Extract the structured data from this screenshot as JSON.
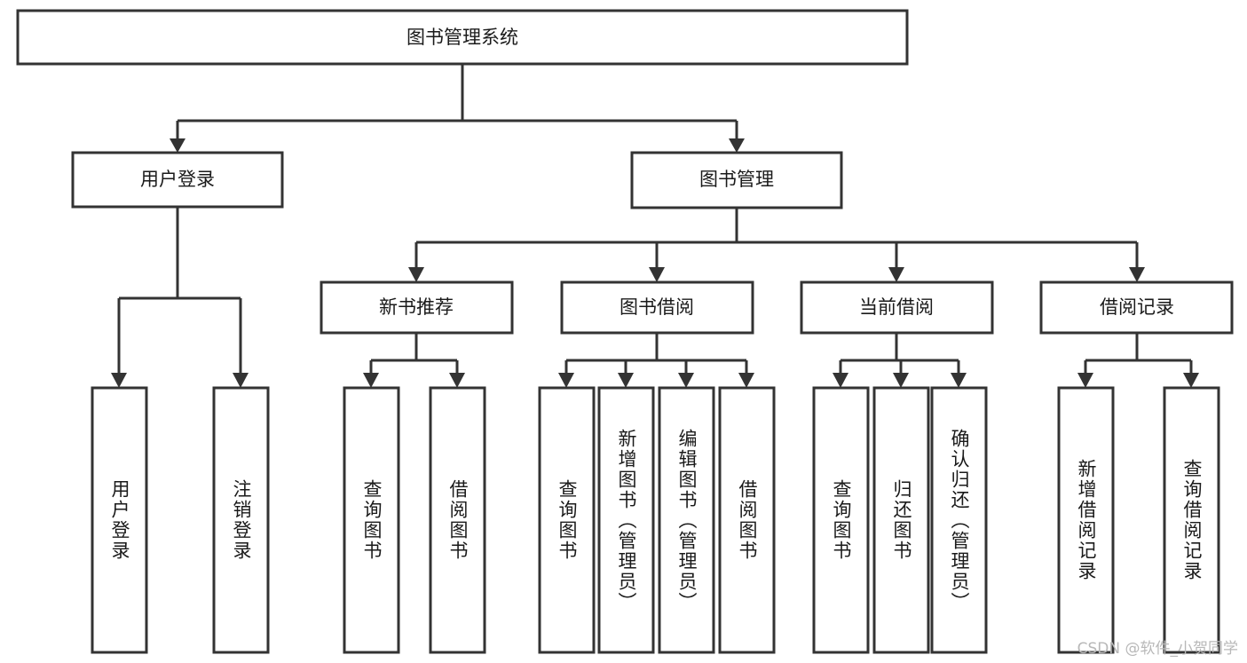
{
  "diagram": {
    "type": "tree",
    "title": "图书管理系统",
    "watermark": "CSDN @软件_小贺同学",
    "colors": {
      "background": "#ffffff",
      "stroke": "#333333",
      "box_fill": "#ffffff",
      "text": "#1a1a1a",
      "watermark": "#b8b8b8"
    },
    "root": {
      "label": "图书管理系统",
      "level": 0
    },
    "level1": [
      {
        "label": "用户登录"
      },
      {
        "label": "图书管理"
      }
    ],
    "level2": [
      {
        "label": "新书推荐"
      },
      {
        "label": "图书借阅"
      },
      {
        "label": "当前借阅"
      },
      {
        "label": "借阅记录"
      }
    ],
    "leaves": {
      "user_login": [
        {
          "label": "用户登录"
        },
        {
          "label": "注销登录"
        }
      ],
      "new_book_recommend": [
        {
          "label": "查询图书"
        },
        {
          "label": "借阅图书"
        }
      ],
      "book_borrow": [
        {
          "label": "查询图书"
        },
        {
          "label": "新增图书（管理员）"
        },
        {
          "label": "编辑图书（管理员）"
        },
        {
          "label": "借阅图书"
        }
      ],
      "current_borrow": [
        {
          "label": "查询图书"
        },
        {
          "label": "归还图书"
        },
        {
          "label": "确认归还（管理员）"
        }
      ],
      "borrow_record": [
        {
          "label": "新增借阅记录"
        },
        {
          "label": "查询借阅记录"
        }
      ]
    }
  }
}
